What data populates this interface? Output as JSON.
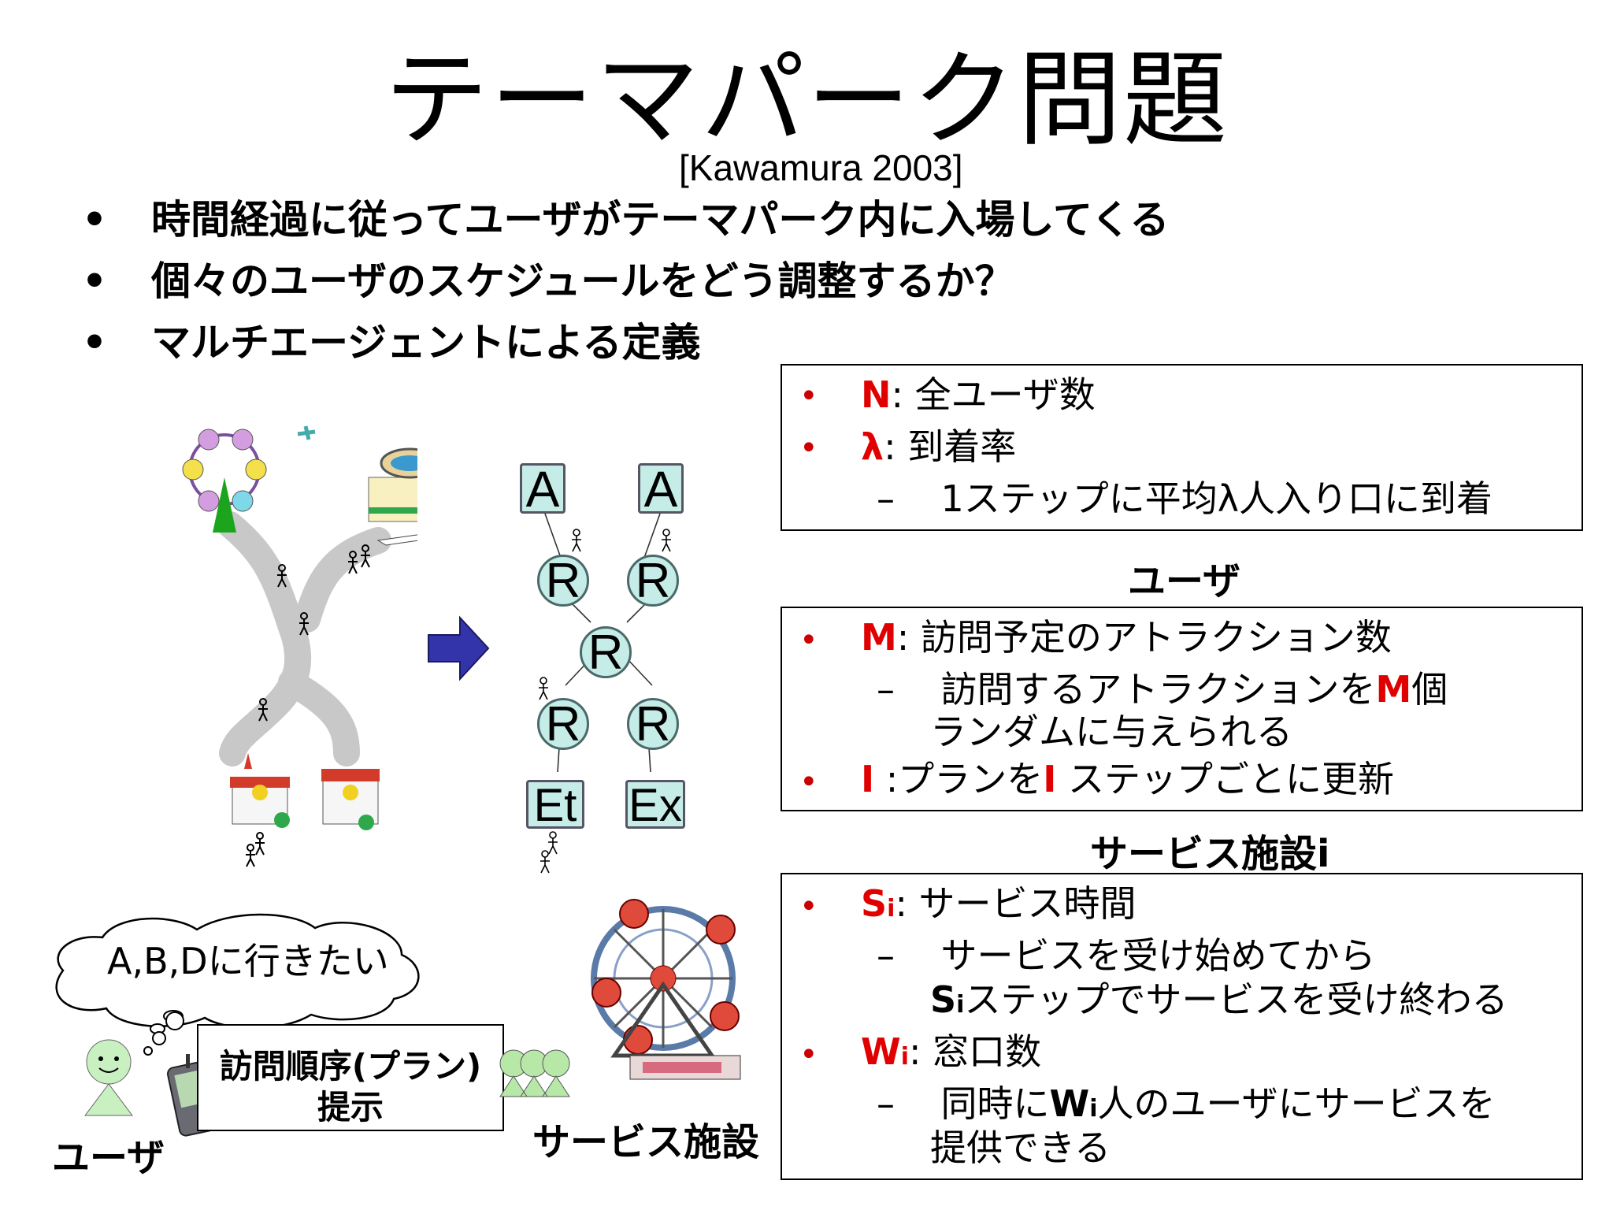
{
  "slide": {
    "title": "テーマパーク問題",
    "citation": "[Kawamura 2003]",
    "bullets": [
      "時間経過に従ってユーザがテーマパーク内に入場してくる",
      "個々のユーザのスケジュールをどう調整するか？",
      "マルチエージェントによる定義"
    ]
  },
  "box_global": {
    "items": [
      {
        "sym": "N",
        "text": ":  全ユーザ数"
      },
      {
        "sym": "λ",
        "text": ": 到着率"
      }
    ],
    "sub": "1ステップに平均λ人入り口に到着"
  },
  "label_user": "ユーザ",
  "box_user": {
    "item1_sym": "M",
    "item1_text": ": 訪問予定のアトラクション数",
    "item1_sub_a": "訪問するアトラクションを",
    "item1_sub_sym": "M",
    "item1_sub_b": "個",
    "item1_sub_line2": "ランダムに与えられる",
    "item2_sym": "I",
    "item2_text_a": "  :プランを",
    "item2_sym2": "I",
    "item2_text_b": "ステップごとに更新"
  },
  "label_service": "サービス施設i",
  "box_service": {
    "item1_sym": "S",
    "item1_sub": "i",
    "item1_text": ":  サービス時間",
    "item1_sub_line1": "サービスを受け始めてから",
    "item1_sub_line2_sym": "S",
    "item1_sub_line2_sub": "i",
    "item1_sub_line2_text": "ステップでサービスを受け終わる",
    "item2_sym": "W",
    "item2_sub": "i",
    "item2_text": ": 窓口数",
    "item2_sub_a": "同時に",
    "item2_sub_sym": "W",
    "item2_sub_sub": "i",
    "item2_sub_b": "人のユーザにサービスを",
    "item2_sub_line2": "提供できる"
  },
  "graph": {
    "top_left": "A",
    "top_right": "A",
    "r_top_left": "R",
    "r_top_right": "R",
    "r_center": "R",
    "r_bottom_left": "R",
    "r_bottom_right": "R",
    "entrance": "Et",
    "exit": "Ex"
  },
  "bottom": {
    "thought": "A,B,Dに行きたい",
    "plan_line1": "訪問順序(プラン)",
    "plan_line2": "提示",
    "user_label": "ユーザ",
    "facility_label": "サービス施設"
  },
  "bullet_char": "•",
  "dash_char": "–"
}
